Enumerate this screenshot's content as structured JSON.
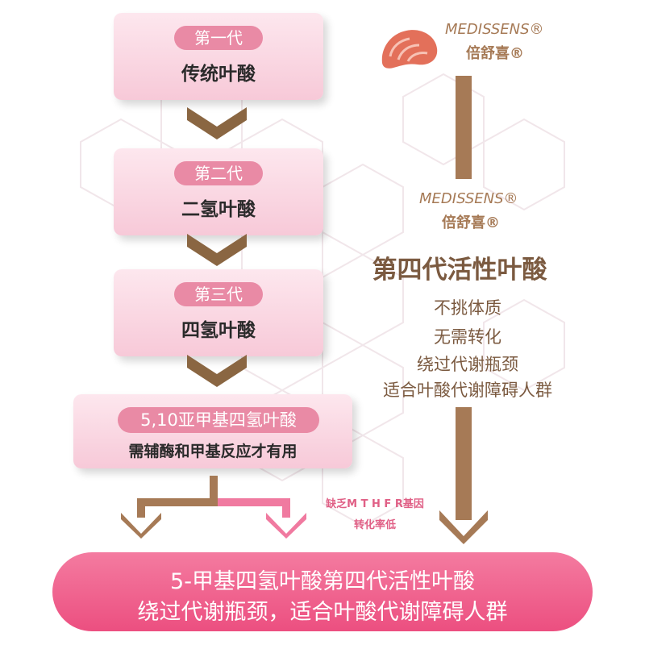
{
  "brand": {
    "name_en": "MEDISSENS®",
    "name_cn": "倍舒喜®"
  },
  "generations": [
    {
      "tag": "第一代",
      "name": "传统叶酸"
    },
    {
      "tag": "第二代",
      "name": "二氢叶酸"
    },
    {
      "tag": "第三代",
      "name": "四氢叶酸"
    }
  ],
  "intermediate": {
    "tag": "5,10亚甲基四氢叶酸",
    "note": "需辅酶和甲基反应才有用"
  },
  "mthfr_note": [
    "缺乏M T H F R基因",
    "转化率低"
  ],
  "fourth_gen": {
    "title": "第四代活性叶酸",
    "benefits": [
      "不挑体质",
      "无需转化",
      "绕过代谢瓶颈",
      "适合叶酸代谢障碍人群"
    ]
  },
  "banner": {
    "line1": "5-甲基四氢叶酸第四代活性叶酸",
    "line2": "绕过代谢瓶颈，适合叶酸代谢障碍人群"
  },
  "colors": {
    "pink_tag": "#e98aa5",
    "pink_box": "#f7c9d8",
    "brown_arrow": "#a67a56",
    "brown_text": "#7b5a40",
    "banner": "#ec4f80"
  }
}
